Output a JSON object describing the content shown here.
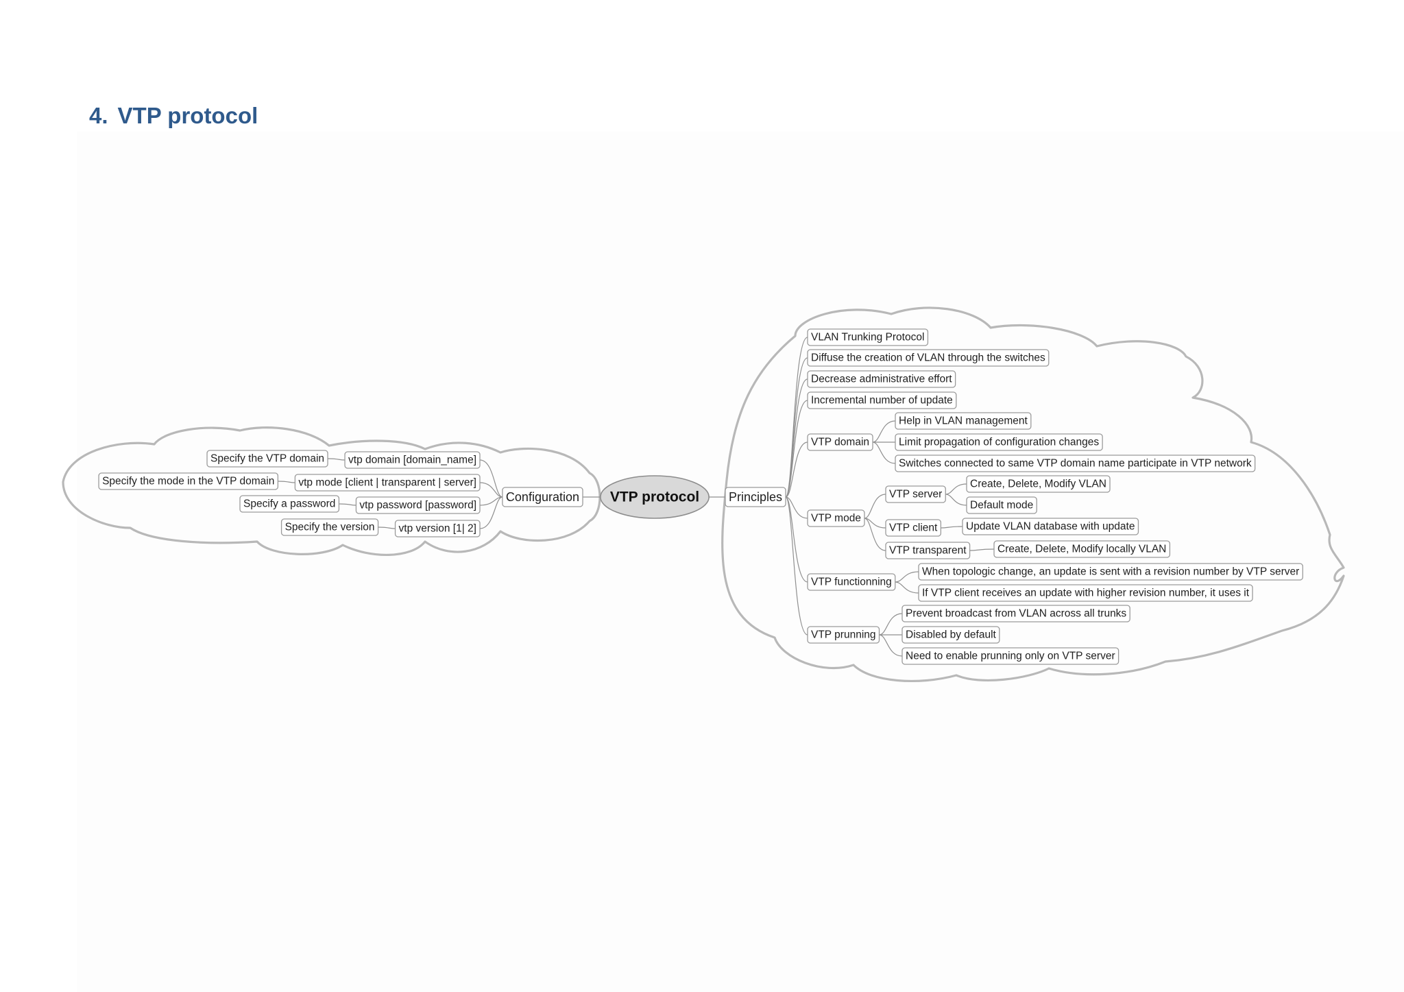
{
  "heading": {
    "number": "4.",
    "title": "VTP protocol"
  },
  "mindmap": {
    "root": "VTP protocol",
    "configuration": {
      "label": "Configuration",
      "items": [
        {
          "command": "vtp domain [domain_name]",
          "description": "Specify the VTP domain"
        },
        {
          "command": "vtp mode [client | transparent | server]",
          "description": "Specify the mode in the VTP domain"
        },
        {
          "command": "vtp password [password]",
          "description": "Specify a password"
        },
        {
          "command": "vtp version [1| 2]",
          "description": "Specify the version"
        }
      ]
    },
    "principles": {
      "label": "Principles",
      "facts": [
        "VLAN Trunking Protocol",
        "Diffuse the creation of VLAN through the switches",
        "Decrease administrative effort",
        "Incremental number of update"
      ],
      "vtp_domain": {
        "label": "VTP domain",
        "items": [
          "Help in VLAN management",
          "Limit propagation of configuration changes",
          "Switches connected to same VTP domain name participate in VTP network"
        ]
      },
      "vtp_mode": {
        "label": "VTP mode",
        "server": {
          "label": "VTP server",
          "items": [
            "Create, Delete, Modify VLAN",
            "Default mode"
          ]
        },
        "client": {
          "label": "VTP client",
          "items": [
            "Update VLAN database with update"
          ]
        },
        "transparent": {
          "label": "VTP transparent",
          "items": [
            "Create, Delete, Modify locally VLAN"
          ]
        }
      },
      "vtp_functionning": {
        "label": "VTP functionning",
        "items": [
          "When topologic change, an update is sent with a revision number by VTP server",
          "If VTP client receives an update with higher revision number, it uses it"
        ]
      },
      "vtp_prunning": {
        "label": "VTP prunning",
        "items": [
          "Prevent broadcast from VLAN across all trunks",
          "Disabled by default",
          "Need to enable prunning only on VTP server"
        ]
      }
    }
  }
}
